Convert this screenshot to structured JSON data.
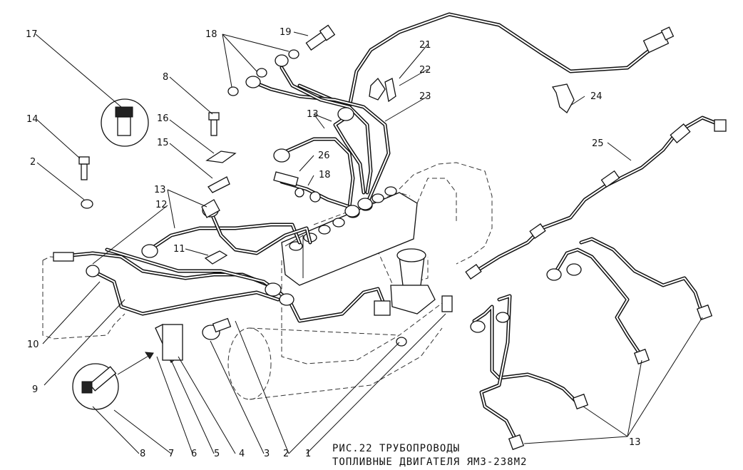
{
  "caption": {
    "line1": "РИС.22 ТРУБОПРОВОДЫ",
    "line2": "ТОПЛИВНЫЕ ДВИГАТЕЛЯ ЯМЗ-238М2"
  },
  "callouts": {
    "c1": "1",
    "c2a": "2",
    "c2b": "2",
    "c3": "3",
    "c4": "4",
    "c5": "5",
    "c6": "6",
    "c7": "7",
    "c8a": "8",
    "c8b": "8",
    "c9": "9",
    "c10": "10",
    "c11": "11",
    "c12": "12",
    "c13a": "13",
    "c13b": "13",
    "c13c": "13",
    "c14": "14",
    "c15": "15",
    "c16": "16",
    "c17": "17",
    "c18a": "18",
    "c18b": "18",
    "c19": "19",
    "c21": "21",
    "c22": "22",
    "c23": "23",
    "c24": "24",
    "c25": "25",
    "c26": "26"
  }
}
